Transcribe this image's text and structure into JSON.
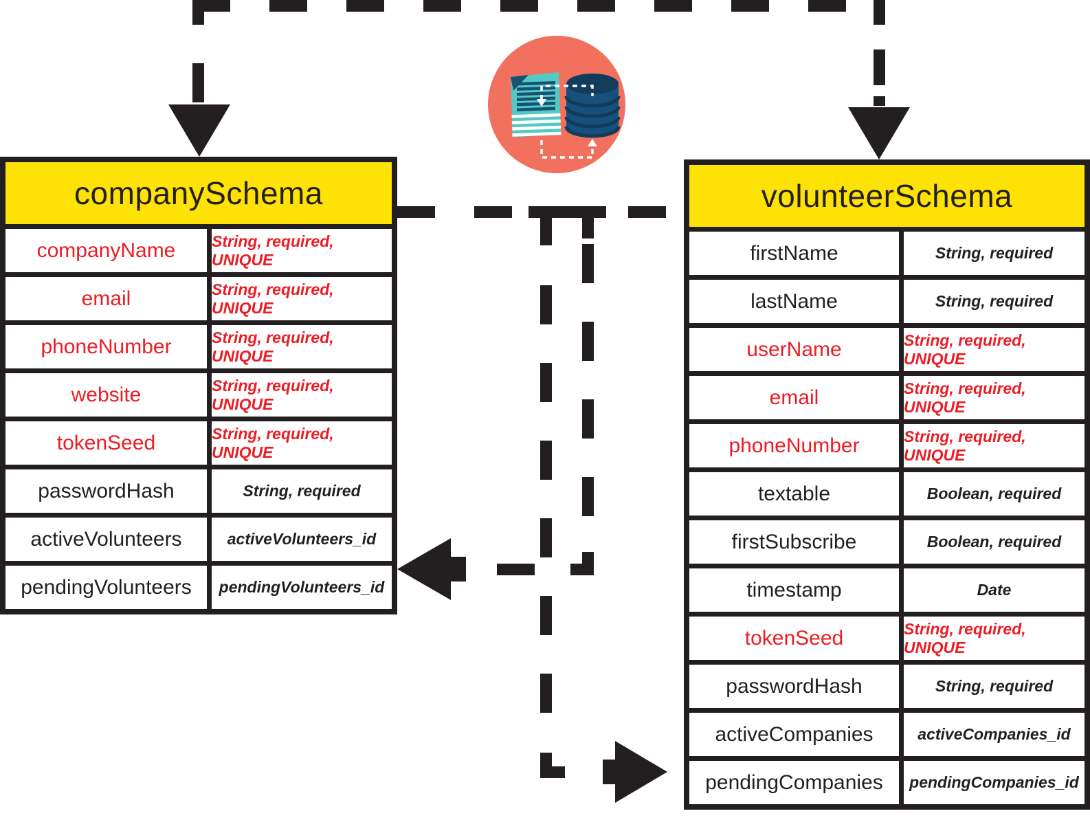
{
  "colors": {
    "dark": "#231F20",
    "yellow": "#FFE205",
    "red": "#EC1C24",
    "coral": "#F1705E",
    "teal": "#53C9C4",
    "navy": "#175174",
    "navy_dark": "#113C5C",
    "navy_body": "#15517A",
    "white": "#FFFFFF"
  },
  "icon": {
    "name": "document-database-sync-icon",
    "parts": [
      "document-icon",
      "database-icon",
      "sync-dashed-arrows"
    ]
  },
  "tables": {
    "company": {
      "title": "companySchema",
      "rows": [
        {
          "field": "companyName",
          "type": "String, required, UNIQUE",
          "unique": true
        },
        {
          "field": "email",
          "type": "String, required, UNIQUE",
          "unique": true
        },
        {
          "field": "phoneNumber",
          "type": "String, required, UNIQUE",
          "unique": true
        },
        {
          "field": "website",
          "type": "String, required, UNIQUE",
          "unique": true
        },
        {
          "field": "tokenSeed",
          "type": "String, required, UNIQUE",
          "unique": true
        },
        {
          "field": "passwordHash",
          "type": "String, required",
          "unique": false
        },
        {
          "field": "activeVolunteers",
          "type": "activeVolunteers_id",
          "unique": false
        },
        {
          "field": "pendingVolunteers",
          "type": "pendingVolunteers_id",
          "unique": false
        }
      ]
    },
    "volunteer": {
      "title": "volunteerSchema",
      "rows": [
        {
          "field": "firstName",
          "type": "String, required",
          "unique": false
        },
        {
          "field": "lastName",
          "type": "String, required",
          "unique": false
        },
        {
          "field": "userName",
          "type": "String, required, UNIQUE",
          "unique": true
        },
        {
          "field": "email",
          "type": "String, required, UNIQUE",
          "unique": true
        },
        {
          "field": "phoneNumber",
          "type": "String, required, UNIQUE",
          "unique": true
        },
        {
          "field": "textable",
          "type": "Boolean, required",
          "unique": false
        },
        {
          "field": "firstSubscribe",
          "type": "Boolean, required",
          "unique": false
        },
        {
          "field": "timestamp",
          "type": "Date",
          "unique": false
        },
        {
          "field": "tokenSeed",
          "type": "String, required, UNIQUE",
          "unique": true
        },
        {
          "field": "passwordHash",
          "type": "String, required",
          "unique": false
        },
        {
          "field": "activeCompanies",
          "type": "activeCompanies_id",
          "unique": false
        },
        {
          "field": "pendingCompanies",
          "type": "pendingCompanies_id",
          "unique": false
        }
      ]
    }
  }
}
